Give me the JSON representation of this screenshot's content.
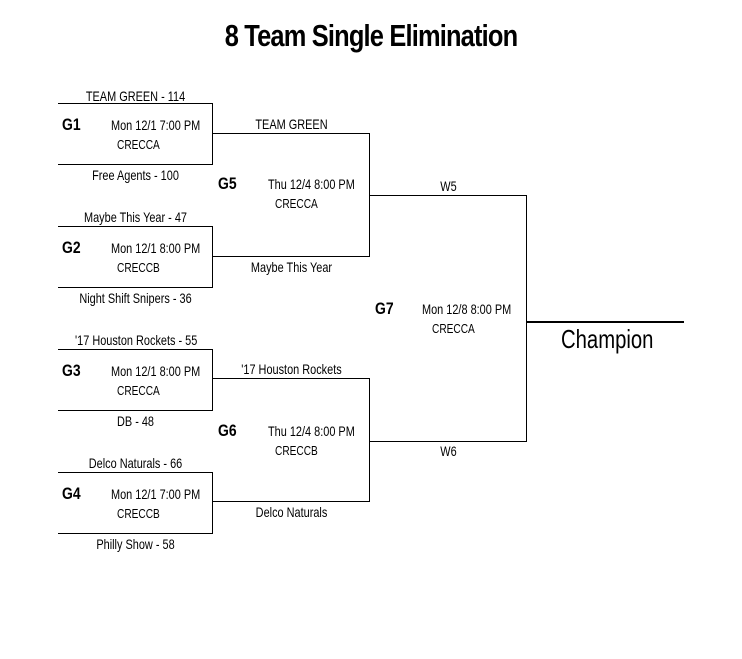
{
  "title": "8 Team Single Elimination",
  "champion_label": "Champion",
  "games": {
    "g1": {
      "id": "G1",
      "time": "Mon 12/1 7:00 PM",
      "venue": "CRECCA",
      "top": "TEAM GREEN - 114",
      "bottom": "Free Agents - 100"
    },
    "g2": {
      "id": "G2",
      "time": "Mon 12/1 8:00 PM",
      "venue": "CRECCB",
      "top": "Maybe This Year - 47",
      "bottom": "Night Shift Snipers - 36"
    },
    "g3": {
      "id": "G3",
      "time": "Mon 12/1 8:00 PM",
      "venue": "CRECCA",
      "top": "'17 Houston Rockets - 55",
      "bottom": "DB - 48"
    },
    "g4": {
      "id": "G4",
      "time": "Mon 12/1 7:00 PM",
      "venue": "CRECCB",
      "top": "Delco Naturals - 66",
      "bottom": "Philly Show - 58"
    },
    "g5": {
      "id": "G5",
      "time": "Thu 12/4  8:00 PM",
      "venue": "CRECCA",
      "top": "TEAM GREEN",
      "bottom": "Maybe This Year"
    },
    "g6": {
      "id": "G6",
      "time": "Thu 12/4  8:00 PM",
      "venue": "CRECCB",
      "top": "'17 Houston Rockets",
      "bottom": "Delco Naturals"
    },
    "g7": {
      "id": "G7",
      "time": "Mon 12/8  8:00 PM",
      "venue": "CRECCA",
      "top": "W5",
      "bottom": "W6"
    }
  }
}
